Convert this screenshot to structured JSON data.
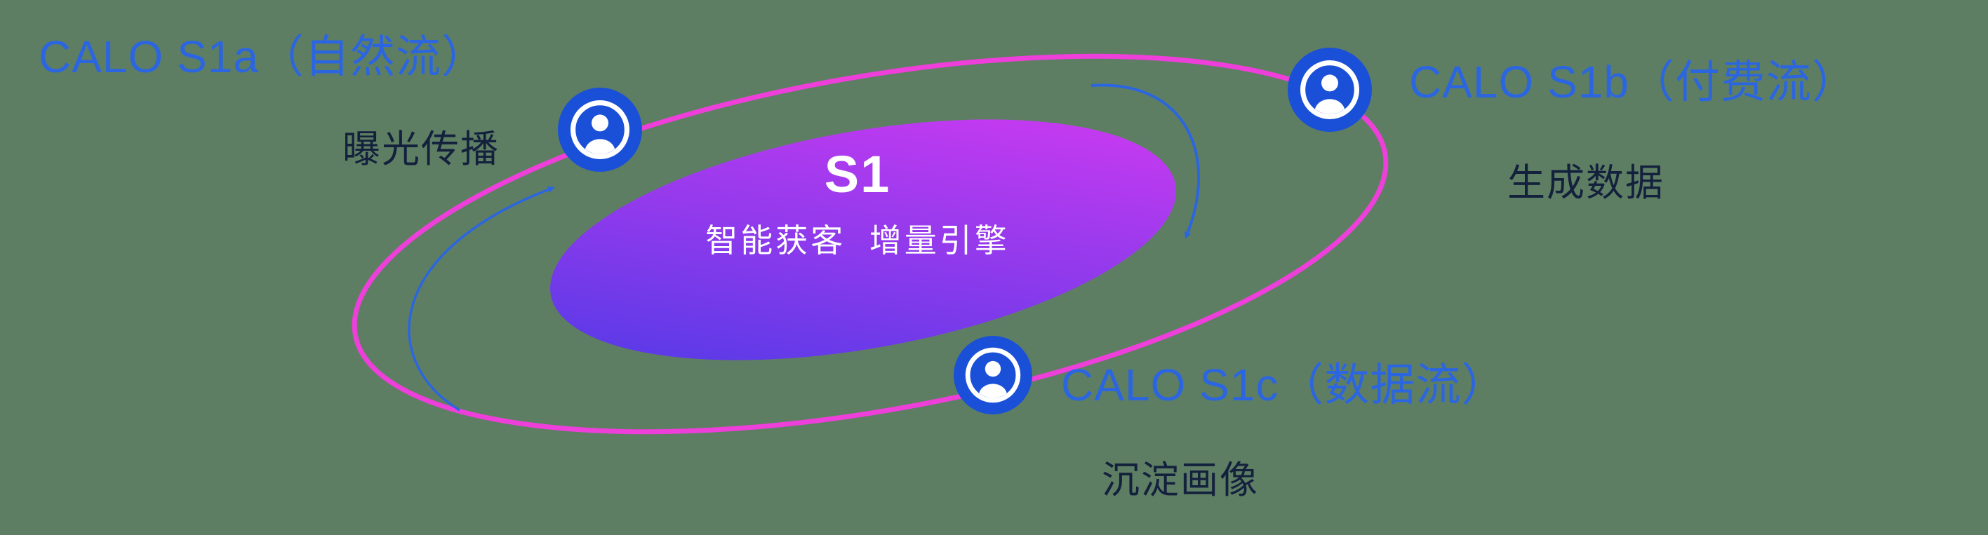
{
  "colors": {
    "background": "#5e7e63",
    "orbit_stroke": "#ee3fda",
    "core_gradient_start": "#4a3ae6",
    "core_gradient_end": "#d83af2",
    "node_fill": "#1a50d8",
    "node_icon": "#ffffff",
    "label_blue": "#2b66e0",
    "label_dark": "#13213d",
    "arrow": "#2b66e0",
    "center_text": "#ffffff"
  },
  "center": {
    "title": "S1",
    "subtitle": "智能获客  增量引擎"
  },
  "nodes": {
    "s1a": {
      "title": "CALO S1a（自然流）",
      "subtitle": "曝光传播",
      "icon": "person-badge-icon"
    },
    "s1b": {
      "title": "CALO S1b（付费流）",
      "subtitle": "生成数据",
      "icon": "person-badge-icon"
    },
    "s1c": {
      "title": "CALO S1c（数据流）",
      "subtitle": "沉淀画像",
      "icon": "person-badge-icon"
    }
  }
}
